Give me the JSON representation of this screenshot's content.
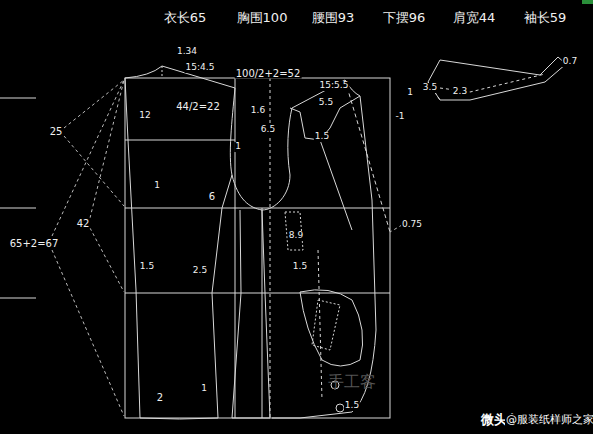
{
  "diagram": {
    "labels": [
      "衣长65",
      "胸围100",
      "腰围93",
      "下摆96",
      "肩宽44",
      "袖长59",
      "1.34",
      "15:4.5",
      "100/2+2=52",
      "15:5.5",
      "44/2=22",
      "12",
      "25",
      "1.6",
      "5.5",
      "1",
      "6.5",
      "1.5",
      "-1",
      "1",
      "6",
      "1",
      "42",
      "65+2=67",
      "0.75",
      "8.9",
      "1.5",
      "2.5",
      "1.5",
      "1",
      "2",
      "1.5",
      "0.7",
      "3.5",
      "2.3",
      "微头条",
      "@服装纸样师之家",
      "手工客"
    ]
  }
}
